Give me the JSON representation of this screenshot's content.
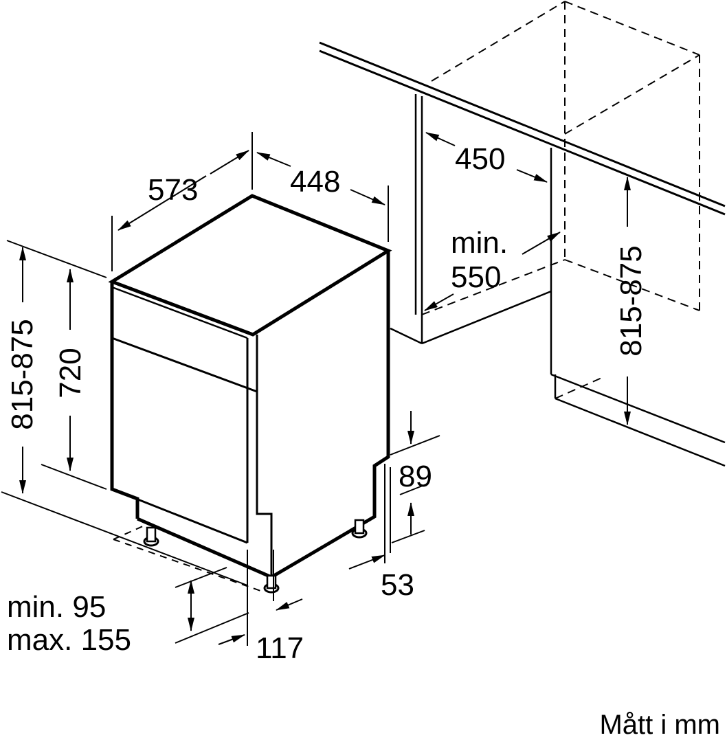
{
  "dimensions": {
    "depth": "573",
    "width": "448",
    "niche_depth": "450",
    "niche_width_line1": "min.",
    "niche_width_line2": "550",
    "height_total": "815-875",
    "height_niche": "815-875",
    "height_appliance": "720",
    "plinth_top": "89",
    "plinth_bottom": "53",
    "foot_range_line1": "min. 95",
    "foot_range_line2": "max. 155",
    "foot_offset": "117"
  },
  "units_label": "Mått i mm",
  "colors": {
    "stroke": "#000000",
    "background": "#ffffff"
  }
}
